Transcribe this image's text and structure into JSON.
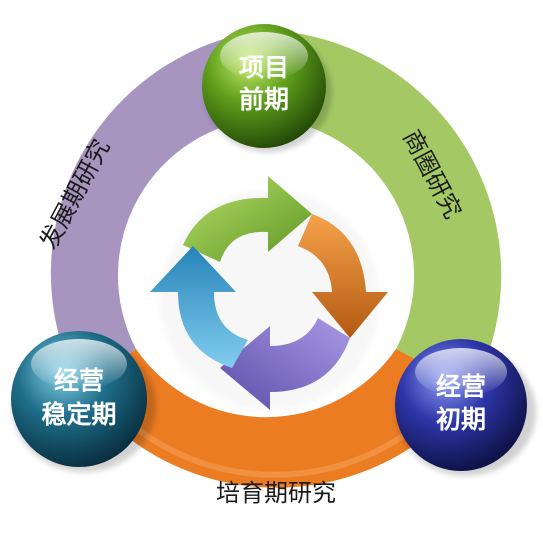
{
  "colors": {
    "ring_green": "#a3c95f",
    "ring_purple": "#a895bf",
    "ring_orange": "#ec7d22",
    "node_green": "#5a9a1d",
    "node_blue": "#2e3a9e",
    "node_teal": "#1f6f8a",
    "arrow_green": "#7fb53a",
    "arrow_orange": "#e08a2c",
    "arrow_purple": "#7d6ec0",
    "arrow_blue": "#3ba0d1"
  },
  "nodes": {
    "top": {
      "line1": "项目",
      "line2": "前期"
    },
    "right": {
      "line1": "经营",
      "line2": "初期"
    },
    "left": {
      "line1": "经营",
      "line2": "稳定期"
    }
  },
  "segments": {
    "right": "商圈研究",
    "bottom": "培育期研究",
    "left": "发展期研究"
  },
  "center_icon": "refresh-cycle-icon"
}
